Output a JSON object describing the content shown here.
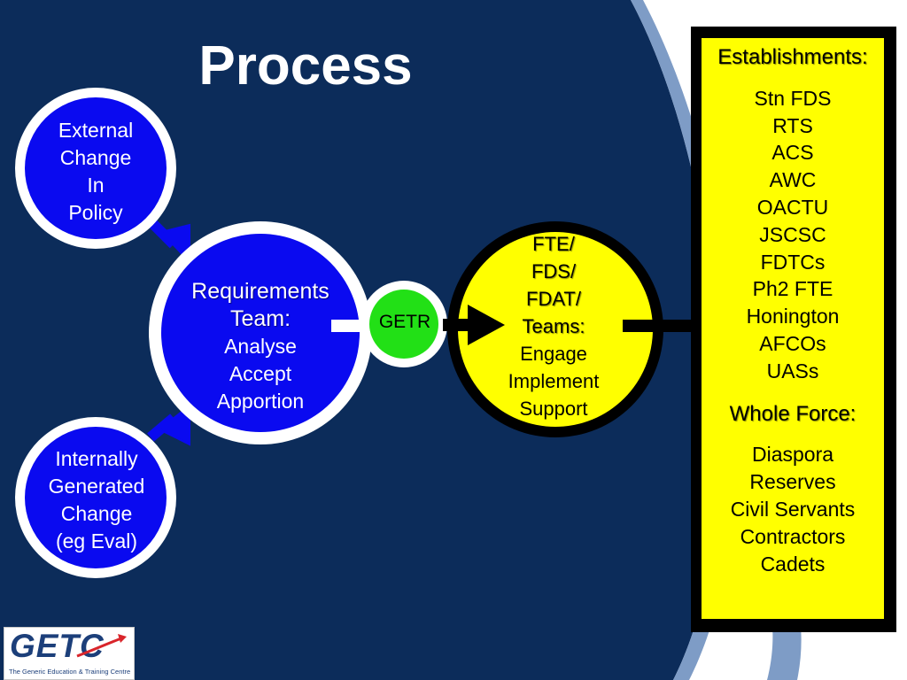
{
  "slide": {
    "title": "Process"
  },
  "external_change": {
    "lines": [
      "External",
      "Change",
      "In",
      "Policy"
    ]
  },
  "internal_change": {
    "lines": [
      "Internally",
      "Generated",
      "Change",
      "(eg Eval)"
    ]
  },
  "requirements_team": {
    "heading_lines": [
      "Requirements",
      "Team:"
    ],
    "actions": [
      "Analyse",
      "Accept",
      "Apportion"
    ]
  },
  "getr": {
    "label": "GETR"
  },
  "fte_teams": {
    "heading_lines": [
      "FTE/",
      "FDS/",
      "FDAT/",
      "Teams:"
    ],
    "actions": [
      "Engage",
      "Implement",
      "Support"
    ]
  },
  "establishments": {
    "heading": "Establishments:",
    "items": [
      "Stn FDS",
      "RTS",
      "ACS",
      "AWC",
      "OACTU",
      "JSCSC",
      "FDTCs",
      "Ph2 FTE",
      "Honington",
      "AFCOs",
      "UASs"
    ],
    "whole_force_heading": "Whole Force:",
    "whole_force_items": [
      "Diaspora",
      "Reserves",
      "Civil Servants",
      "Contractors",
      "Cadets"
    ]
  },
  "logo": {
    "text": "GETC",
    "subtitle": "The Generic Education & Training Centre"
  },
  "colors": {
    "background": "#0c2c5a",
    "circle_blue": "#0a0af0",
    "getr_green": "#22e016",
    "fte_yellow": "#ffff00",
    "est_yellow": "#ffff00",
    "accent_light_blue": "#7e9cc6"
  }
}
